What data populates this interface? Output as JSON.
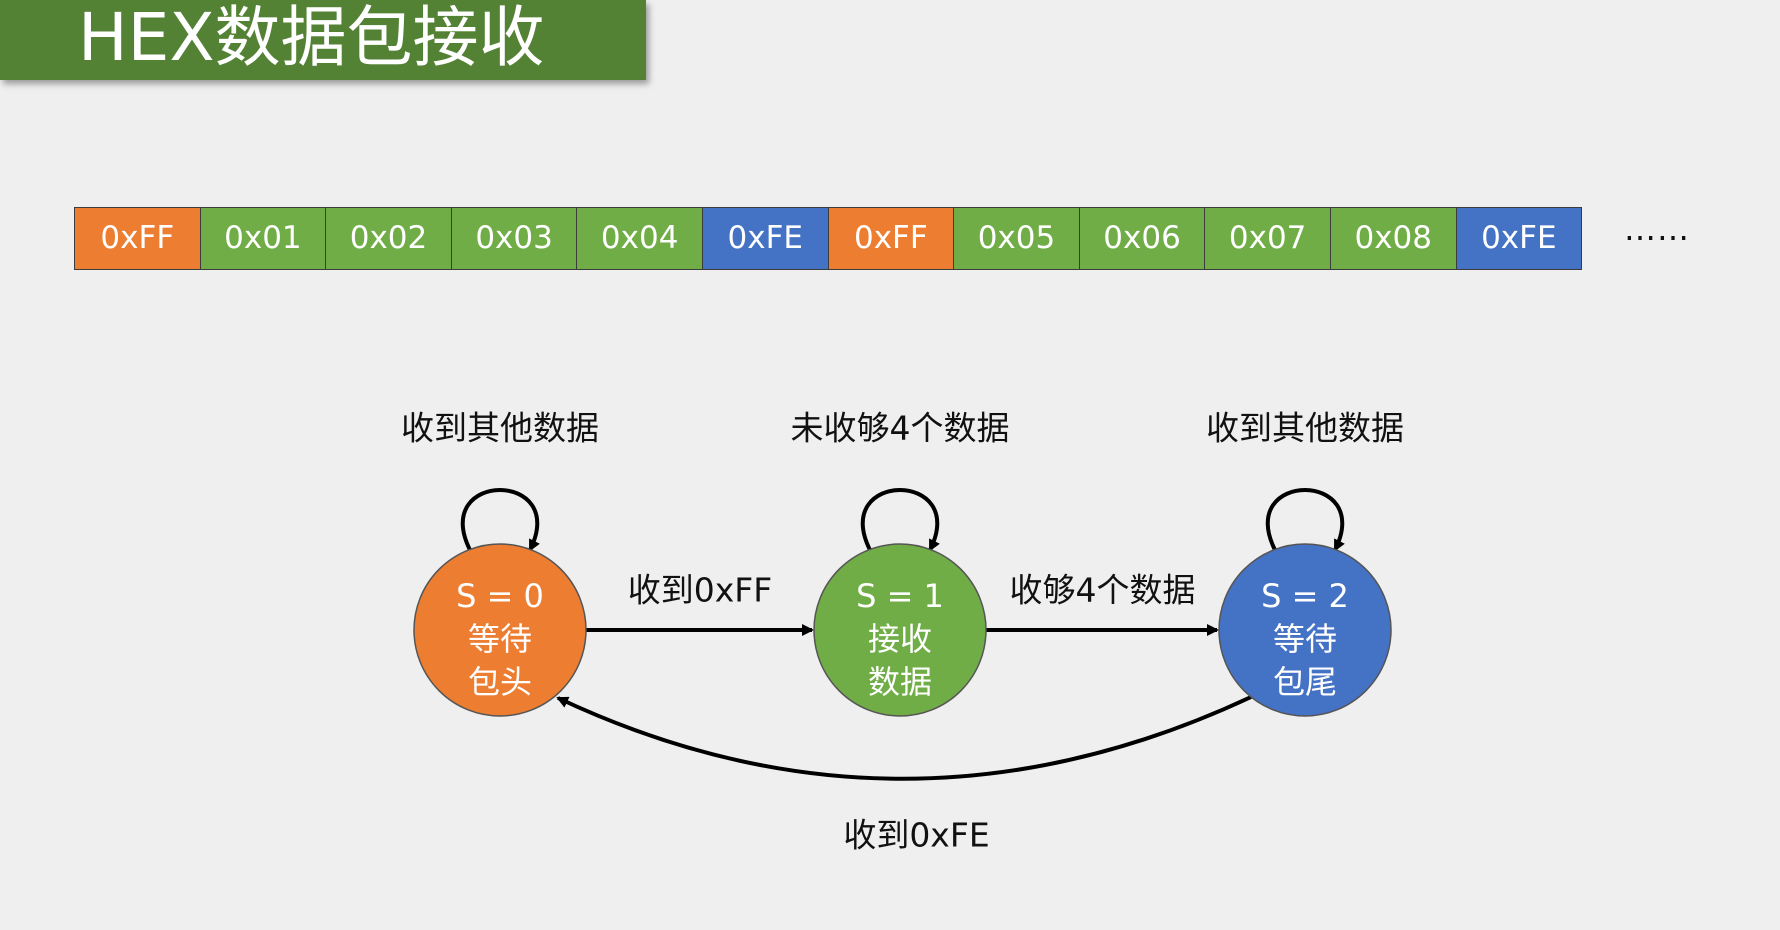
{
  "title": "HEX数据包接收",
  "colors": {
    "title_bg": "#548235",
    "header": "#ED7D31",
    "data": "#70AD47",
    "tail": "#4472C4"
  },
  "packet_bytes": [
    {
      "label": "0xFF",
      "kind": "header"
    },
    {
      "label": "0x01",
      "kind": "data"
    },
    {
      "label": "0x02",
      "kind": "data"
    },
    {
      "label": "0x03",
      "kind": "data"
    },
    {
      "label": "0x04",
      "kind": "data"
    },
    {
      "label": "0xFE",
      "kind": "tail"
    },
    {
      "label": "0xFF",
      "kind": "header"
    },
    {
      "label": "0x05",
      "kind": "data"
    },
    {
      "label": "0x06",
      "kind": "data"
    },
    {
      "label": "0x07",
      "kind": "data"
    },
    {
      "label": "0x08",
      "kind": "data"
    },
    {
      "label": "0xFE",
      "kind": "tail"
    }
  ],
  "ellipsis": "……",
  "states": [
    {
      "id": "s0",
      "lines": [
        "S = 0",
        "等待",
        "包头"
      ],
      "kind": "header",
      "self_loop_label": "收到其他数据"
    },
    {
      "id": "s1",
      "lines": [
        "S = 1",
        "接收",
        "数据"
      ],
      "kind": "data",
      "self_loop_label": "未收够4个数据"
    },
    {
      "id": "s2",
      "lines": [
        "S = 2",
        "等待",
        "包尾"
      ],
      "kind": "tail",
      "self_loop_label": "收到其他数据"
    }
  ],
  "transitions": [
    {
      "from": "s0",
      "to": "s1",
      "label": "收到0xFF"
    },
    {
      "from": "s1",
      "to": "s2",
      "label": "收够4个数据"
    },
    {
      "from": "s2",
      "to": "s0",
      "label": "收到0xFE"
    }
  ]
}
